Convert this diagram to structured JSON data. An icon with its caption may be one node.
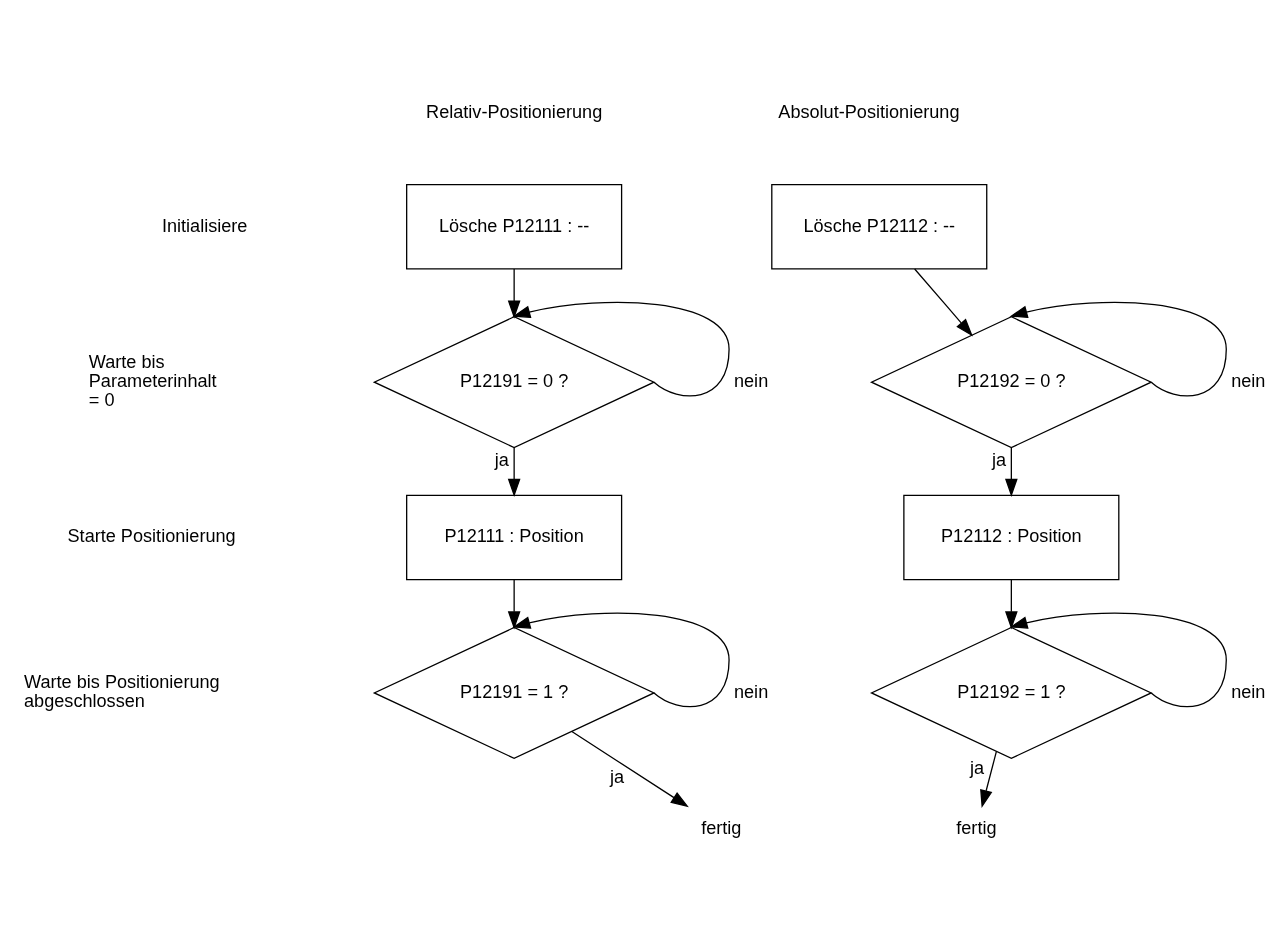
{
  "diagram": {
    "nodes": [
      {
        "text": [
          "Lösche P12111 : --"
        ]
      },
      {
        "text": [
          "P12191 = 0 ?"
        ]
      },
      {
        "text": [
          "P12111 : Position"
        ]
      },
      {
        "text": [
          "P12191 = 1 ?"
        ]
      },
      {
        "text": [
          "fertig"
        ]
      },
      {
        "text": [
          "Lösche P12112 : --"
        ]
      },
      {
        "text": [
          "P12192 = 0 ?"
        ]
      },
      {
        "text": [
          "P12112 : Position"
        ]
      },
      {
        "text": [
          "P12192 = 1 ?"
        ]
      },
      {
        "text": [
          "fertig"
        ]
      }
    ],
    "edges": [
      {
        "from": 0,
        "to": 1,
        "arrow": "to"
      },
      {
        "from": 1,
        "to": 1,
        "arrow": "to",
        "label": "nein"
      },
      {
        "from": 1,
        "to": 2,
        "arrow": "to",
        "label": "ja"
      },
      {
        "from": 2,
        "to": 3,
        "arrow": "to"
      },
      {
        "from": 3,
        "to": 3,
        "arrow": "to",
        "label": "nein"
      },
      {
        "from": 3,
        "to": 4,
        "arrow": "to",
        "label": "ja"
      },
      {
        "from": 5,
        "to": 6,
        "arrow": "to"
      },
      {
        "from": 6,
        "to": 6,
        "arrow": "to",
        "label": "nein"
      },
      {
        "from": 6,
        "to": 7,
        "arrow": "to",
        "label": "ja"
      },
      {
        "from": 7,
        "to": 8,
        "arrow": "to"
      },
      {
        "from": 8,
        "to": 8,
        "arrow": "to",
        "label": "nein"
      },
      {
        "from": 8,
        "to": 9,
        "arrow": "to",
        "label": "ja"
      }
    ],
    "labels": [
      "Relativ-Positionierung",
      "Absolut-Positionierung",
      "Initialisiere",
      "Warte bis Parameterinhalt = 0",
      "Starte Positionierung",
      "Warte bis Positionierung abgeschlossen"
    ]
  }
}
